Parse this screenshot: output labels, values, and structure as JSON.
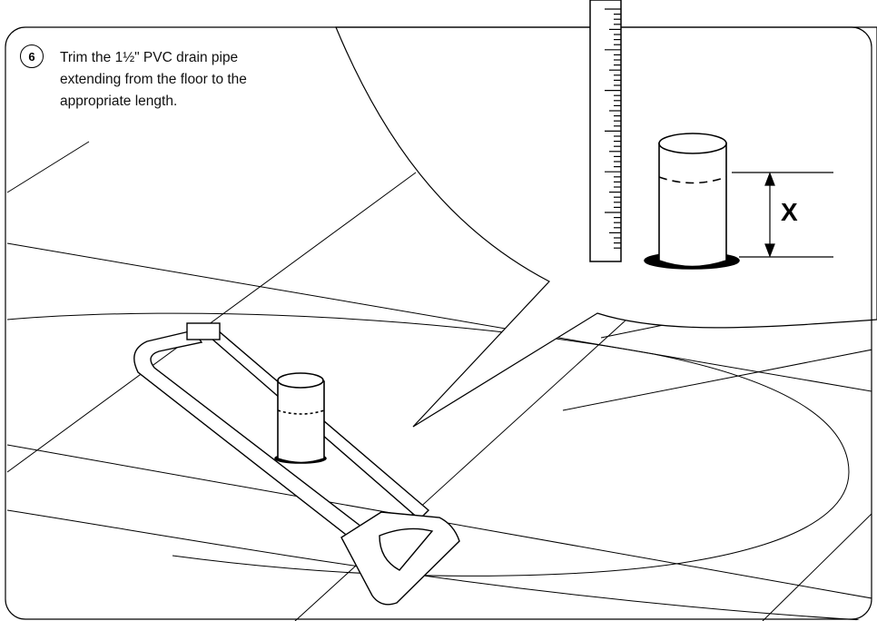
{
  "step": {
    "number": "6",
    "text": "Trim the 1½\" PVC drain pipe extending from the floor to the appropriate length."
  },
  "detail": {
    "dimension_label": "X"
  },
  "icons": {
    "badge": "step-number-badge",
    "ruler": "measuring-ruler-icon",
    "pipe": "pvc-pipe-icon",
    "saw": "hacksaw-icon"
  },
  "colors": {
    "ink": "#000000",
    "paper": "#ffffff"
  }
}
